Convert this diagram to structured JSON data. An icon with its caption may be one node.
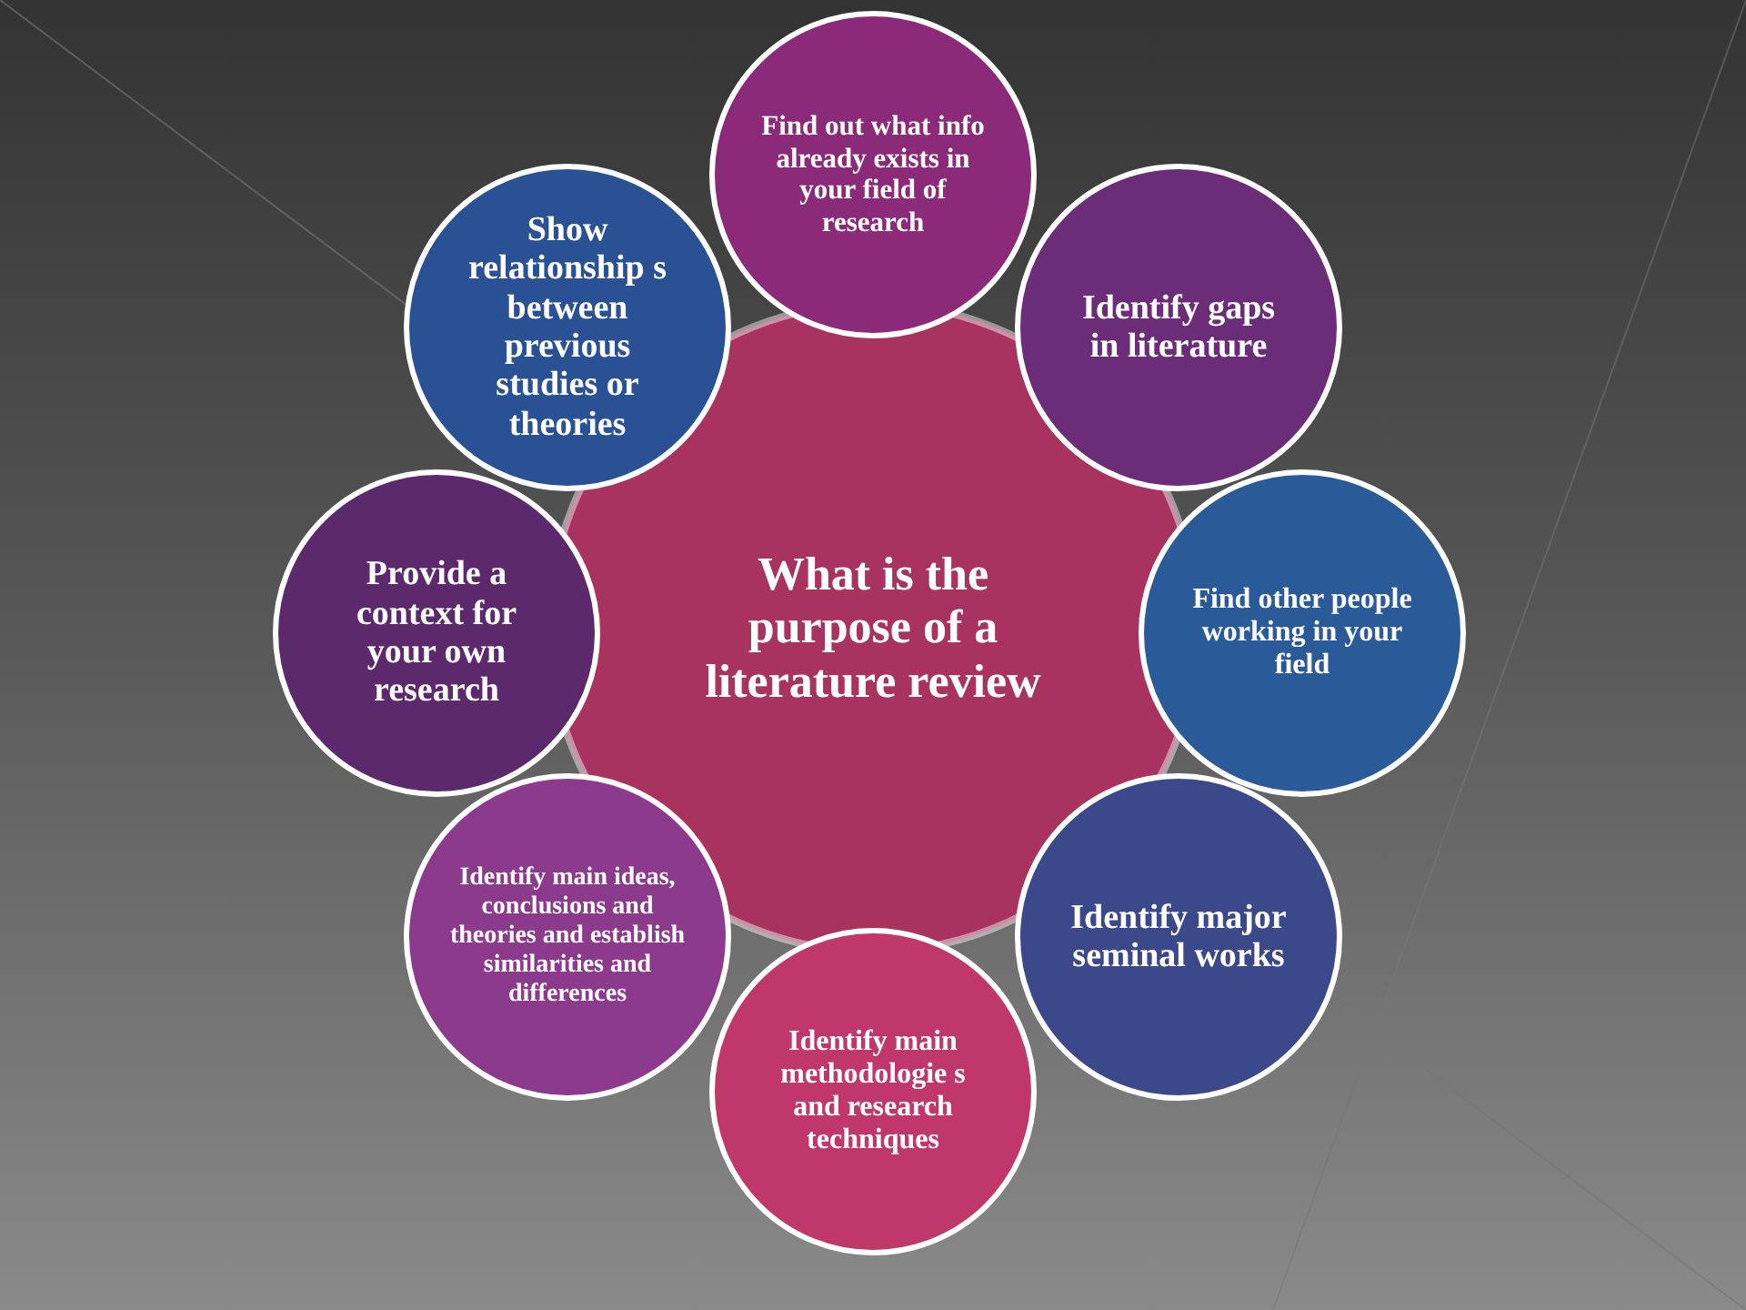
{
  "diagram": {
    "nodes": [
      {
        "text": [
          "What is the purpose of a literature review"
        ]
      },
      {
        "text": [
          "Find out what info already exists in your field of research"
        ]
      },
      {
        "text": [
          "Identify gaps in literature"
        ]
      },
      {
        "text": [
          "Find other people working in your field"
        ]
      },
      {
        "text": [
          "Identify major seminal works"
        ]
      },
      {
        "text": [
          "Identify main methodologie s and research techniques"
        ]
      },
      {
        "text": [
          "Identify main ideas, conclusions and theories and establish similarities and differences"
        ]
      },
      {
        "text": [
          "Provide a context for your own research"
        ]
      },
      {
        "text": [
          "Show relationship s between previous studies or theories"
        ]
      }
    ]
  }
}
